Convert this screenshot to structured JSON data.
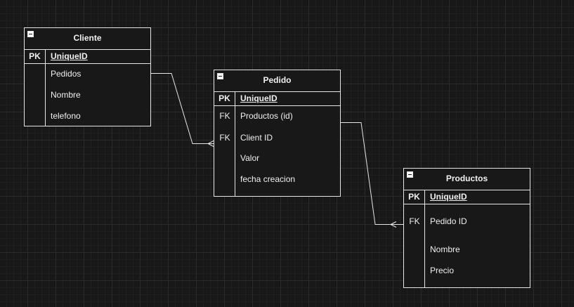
{
  "entities": {
    "cliente": {
      "title": "Cliente",
      "pk": {
        "key": "PK",
        "field": "UniqueID"
      },
      "attributes": [
        {
          "key": "",
          "field": "Pedidos"
        },
        {
          "key": "",
          "field": "Nombre"
        },
        {
          "key": "",
          "field": "telefono"
        }
      ]
    },
    "pedido": {
      "title": "Pedido",
      "pk": {
        "key": "PK",
        "field": "UniqueID"
      },
      "attributes": [
        {
          "key": "FK",
          "field": "Productos (id)"
        },
        {
          "key": "FK",
          "field": "Client ID"
        },
        {
          "key": "",
          "field": "Valor"
        },
        {
          "key": "",
          "field": "fecha creacion"
        }
      ]
    },
    "productos": {
      "title": "Productos",
      "pk": {
        "key": "PK",
        "field": "UniqueID"
      },
      "attributes": [
        {
          "key": "FK",
          "field": "Pedido ID"
        },
        {
          "key": "",
          "field": "Nombre"
        },
        {
          "key": "",
          "field": "Precio"
        }
      ]
    }
  },
  "relationships": [
    {
      "from": "Cliente.Pedidos",
      "to": "Pedido.Client ID",
      "end": "many"
    },
    {
      "from": "Pedido.Productos (id)",
      "to": "Productos.Pedido ID",
      "end": "many"
    }
  ]
}
